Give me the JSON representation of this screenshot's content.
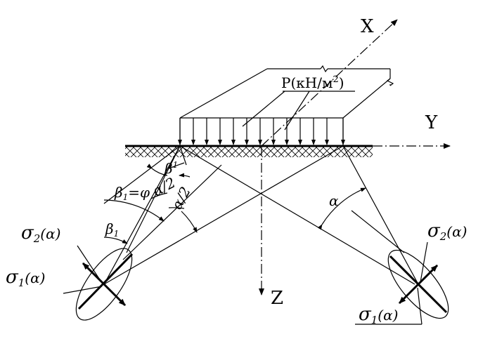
{
  "labels": {
    "axis_x": "X",
    "axis_y": "Y",
    "axis_z": "Z",
    "load": "P(кН/м",
    "load_sup": "2",
    "load_close": ")",
    "beta1_top": "β",
    "beta1_top_sub": "1",
    "beta1_eq": "β",
    "beta1_eq_sub": "1",
    "beta1_eq_rest": "=φ",
    "beta1_lower": "β",
    "beta1_lower_sub": "1",
    "half_alpha_1": "α/2",
    "half_alpha_2": "α/2",
    "alpha": "α",
    "sigma2_left": "σ",
    "sigma2_left_sub": "2",
    "sigma2_left_arg": "(α)",
    "sigma1_left": "σ",
    "sigma1_left_sub": "1",
    "sigma1_left_arg": "(α)",
    "sigma2_right": "σ",
    "sigma2_right_sub": "2",
    "sigma2_right_arg": "(α)",
    "sigma1_right": "σ",
    "sigma1_right_sub": "1",
    "sigma1_right_arg": "(α)"
  }
}
